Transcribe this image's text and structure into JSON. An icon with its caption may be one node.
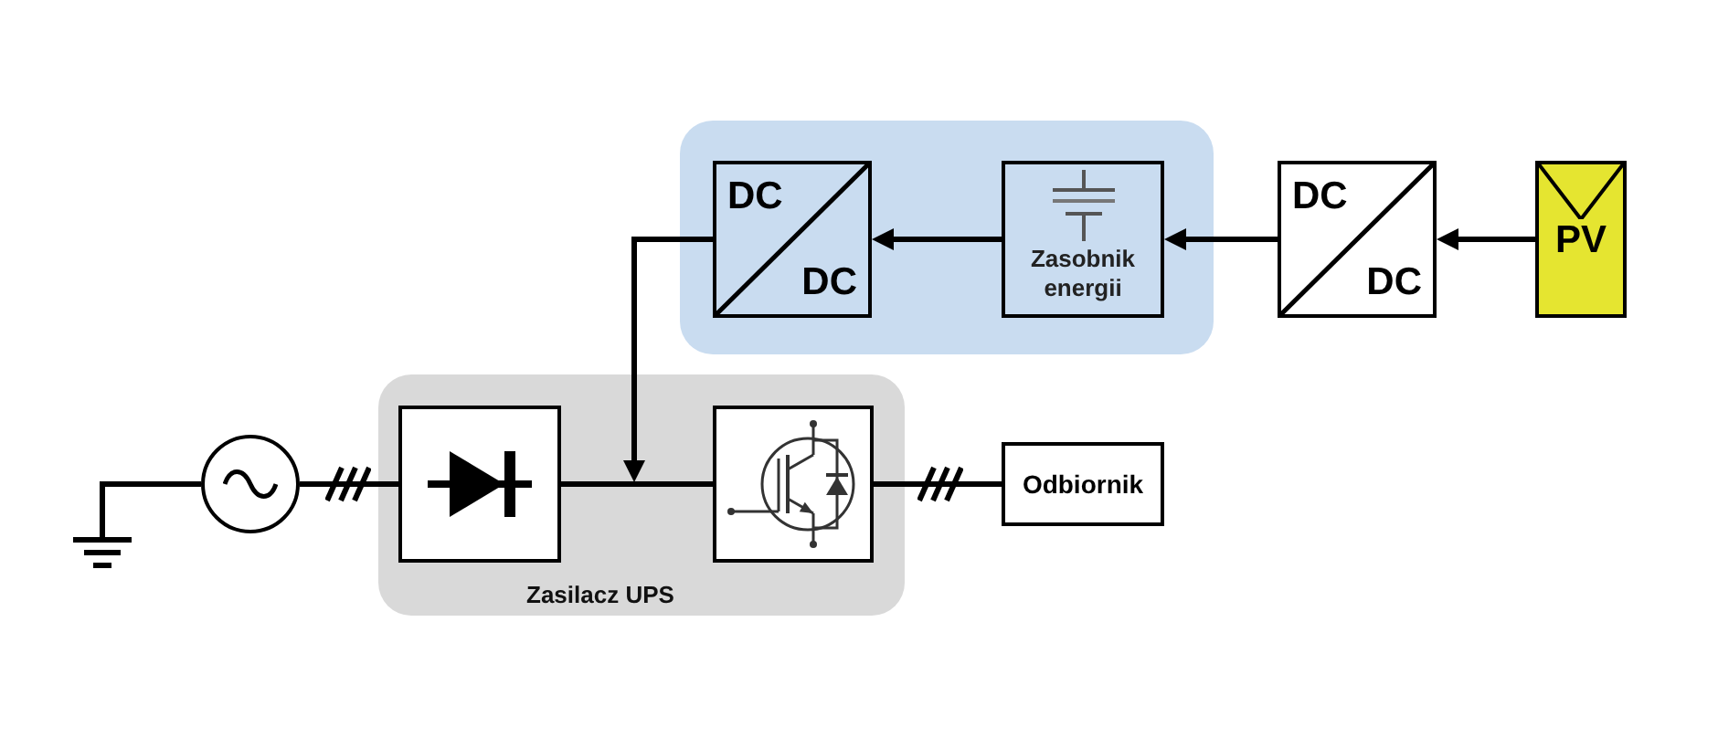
{
  "diagram": {
    "nodes": [
      {
        "text": [],
        "shape": "box"
      },
      {
        "text": [
          "DC",
          "DC"
        ],
        "in": 0
      },
      {
        "text": [
          "Zasobnik energii"
        ],
        "in": 0
      },
      {
        "text": [
          "DC",
          "DC"
        ]
      },
      {
        "text": [
          "PV"
        ]
      },
      {
        "text": [],
        "shape": "picture"
      },
      {
        "text": [],
        "shape": "circle"
      },
      {
        "text": [
          "Zasilacz UPS"
        ]
      },
      {
        "text": [],
        "shape": "box",
        "in": 7
      },
      {
        "text": [],
        "shape": "box",
        "in": 7
      },
      {
        "text": [
          "Odbiornik"
        ]
      }
    ],
    "edges": [
      {
        "from": 4,
        "to": 3,
        "arrow": "to"
      },
      {
        "from": 3,
        "to": 2,
        "arrow": "to"
      },
      {
        "from": 2,
        "to": 1,
        "arrow": "to"
      },
      {
        "from": 1,
        "to": null,
        "arrow": "to"
      },
      {
        "from": 5,
        "to": 6,
        "arrow": "none"
      },
      {
        "from": 6,
        "to": 8,
        "arrow": "none"
      },
      {
        "from": 8,
        "to": 9,
        "arrow": "none"
      },
      {
        "from": 9,
        "to": 10,
        "arrow": "none"
      }
    ]
  }
}
